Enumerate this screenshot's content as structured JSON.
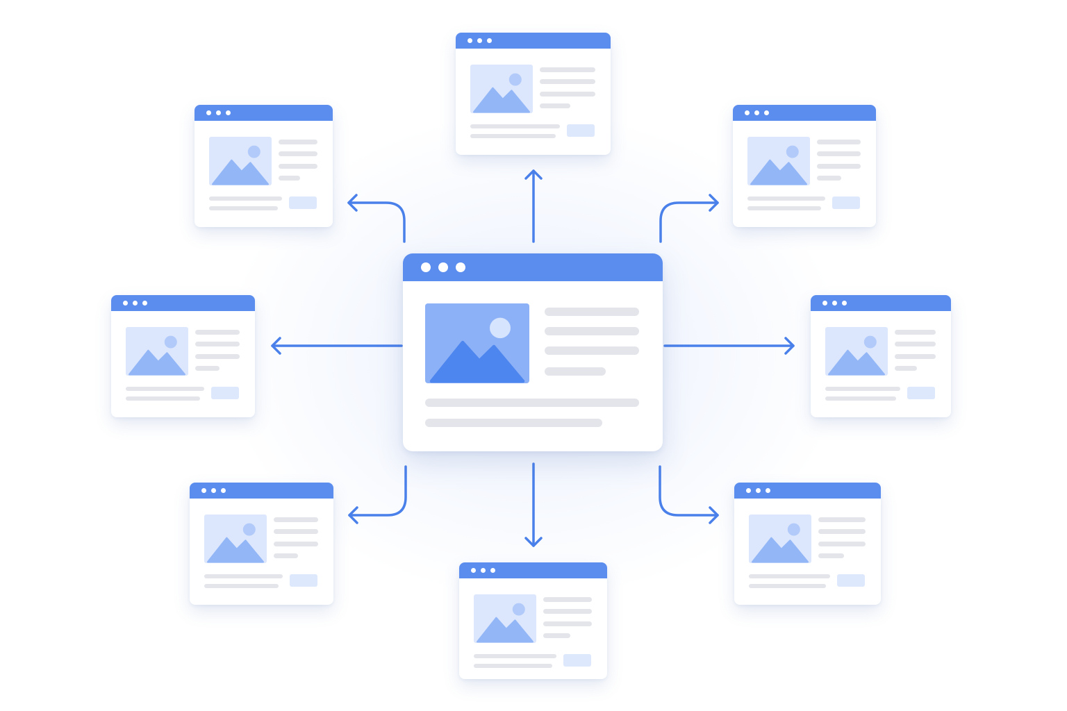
{
  "colors": {
    "accent": "#5b8def",
    "arrow": "#4a80ea",
    "image_bg_small": "#dce7fd",
    "image_bg_large": "#8db1f7",
    "mountain_small": "#93b6f7",
    "mountain_large": "#4d86ee",
    "sun_small": "#b1caf9",
    "sun_large": "#d6e4fd",
    "text_line": "#e3e5ea",
    "button": "#dde8fd",
    "window_bg": "#ffffff"
  },
  "icons": {
    "window_controls": "three-dot-icon",
    "image_placeholder": "image-icon",
    "arrow": "arrow-icon"
  },
  "diagram": {
    "center_window": {
      "id": "center",
      "role": "source"
    },
    "peripheral_windows": [
      {
        "id": "top",
        "position": "top"
      },
      {
        "id": "top-left",
        "position": "top-left"
      },
      {
        "id": "top-right",
        "position": "top-right"
      },
      {
        "id": "left",
        "position": "left"
      },
      {
        "id": "right",
        "position": "right"
      },
      {
        "id": "bottom-left",
        "position": "bottom-left"
      },
      {
        "id": "bottom",
        "position": "bottom"
      },
      {
        "id": "bottom-right",
        "position": "bottom-right"
      }
    ],
    "arrows": [
      {
        "from": "center",
        "to": "top"
      },
      {
        "from": "center",
        "to": "top-left"
      },
      {
        "from": "center",
        "to": "top-right"
      },
      {
        "from": "center",
        "to": "left"
      },
      {
        "from": "center",
        "to": "right"
      },
      {
        "from": "center",
        "to": "bottom-left"
      },
      {
        "from": "center",
        "to": "bottom"
      },
      {
        "from": "center",
        "to": "bottom-right"
      }
    ]
  }
}
